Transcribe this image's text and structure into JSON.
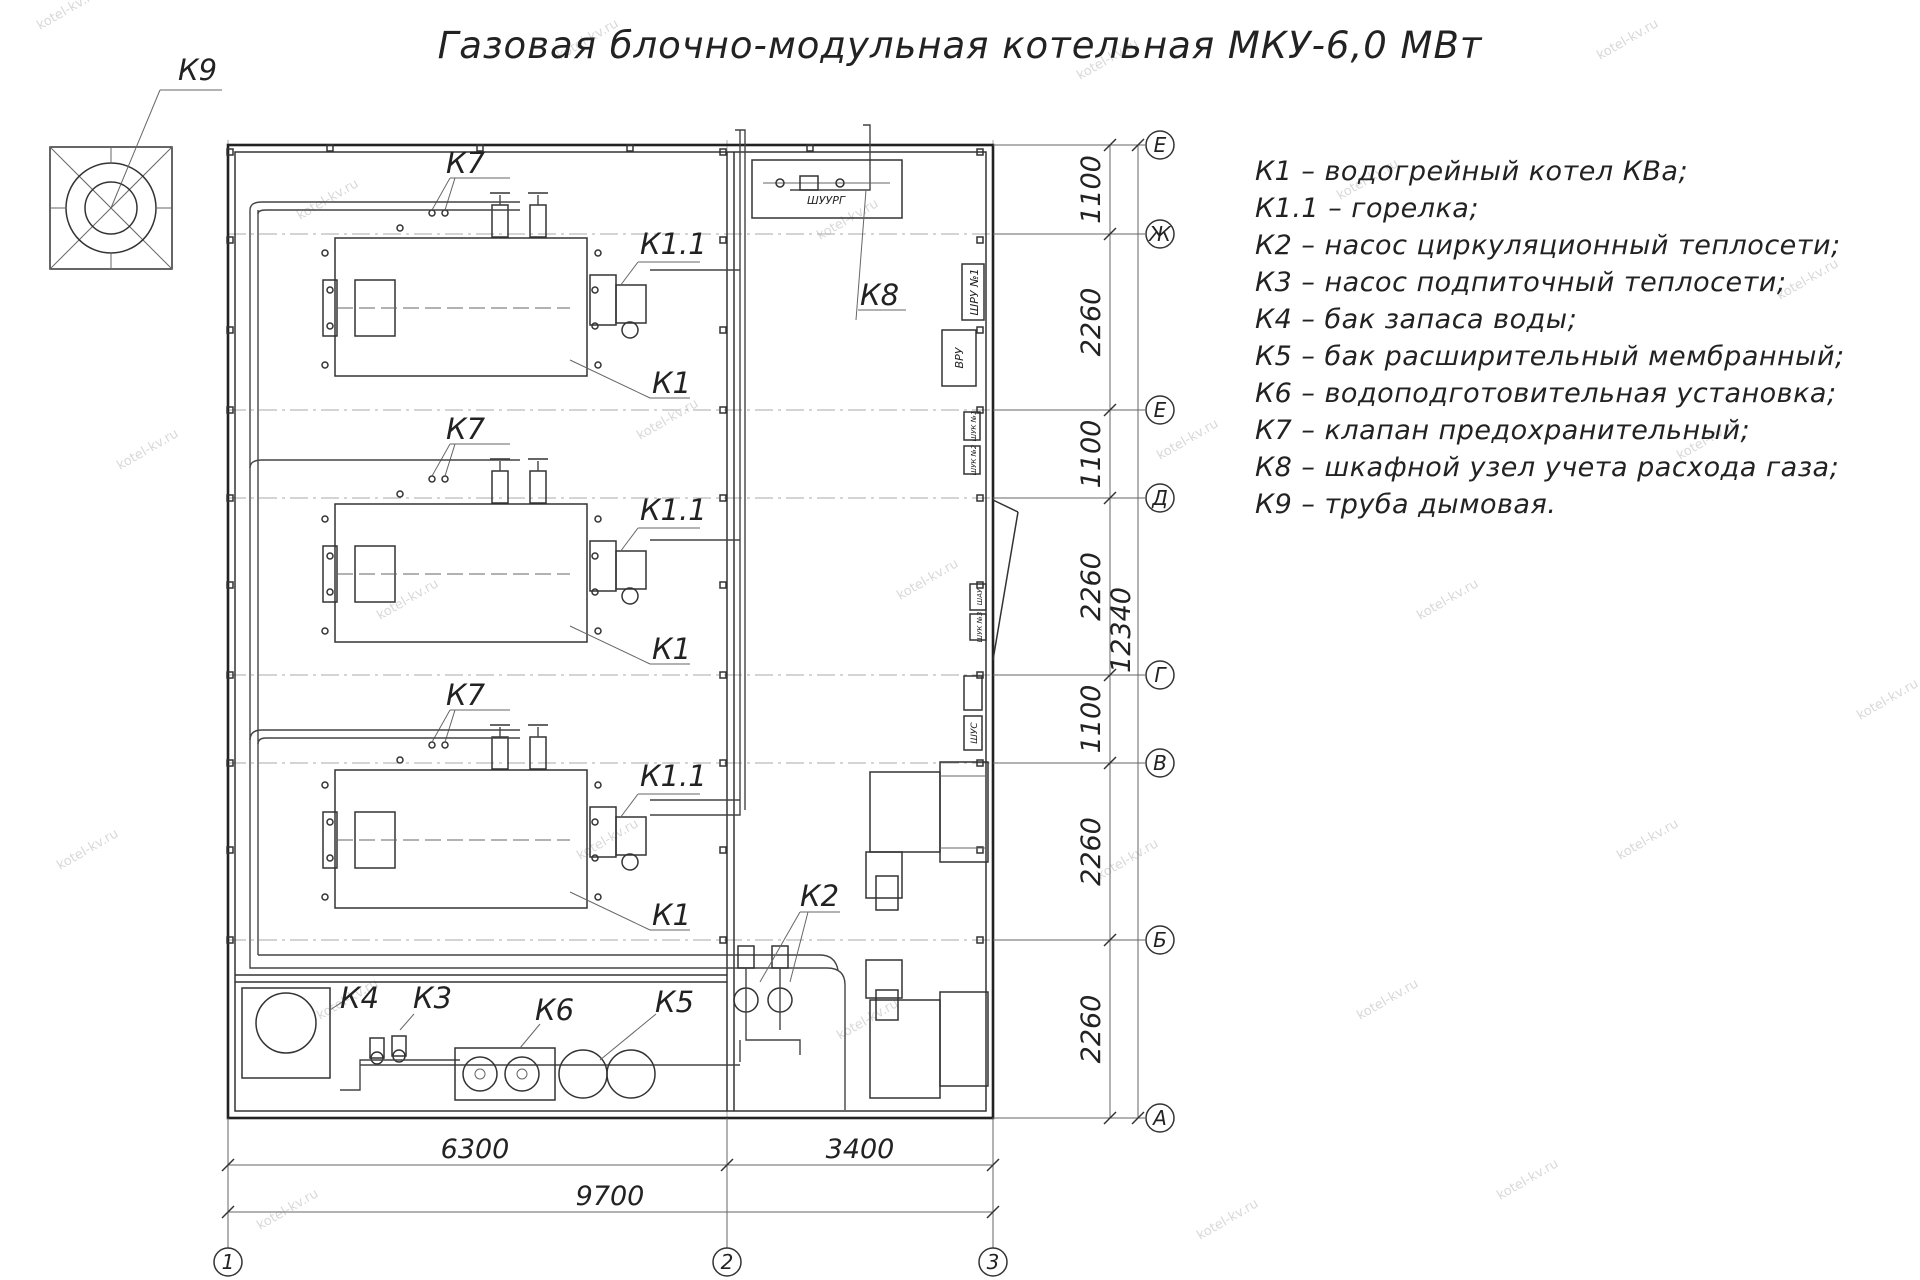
{
  "title": "Газовая блочно-модульная котельная МКУ-6,0 МВт",
  "watermark": "kotel-kv.ru",
  "chimney_label": "К9",
  "boiler_labels": {
    "boiler": "К1",
    "burner": "К1.1",
    "valve": "К7"
  },
  "component_labels": {
    "k2": "К2",
    "k3": "К3",
    "k4": "К4",
    "k5": "К5",
    "k6": "К6",
    "k8": "К8"
  },
  "panel_labels": {
    "shuurg": "ШУУРГ",
    "shru1": "ШРУ №1",
    "vru": "ВРУ",
    "shuk1": "ШУК №1",
    "shuk2": "ШУК №2",
    "shuk3": "ШУК №3",
    "shus": "ШУС",
    "shau": "ШАУ"
  },
  "dimensions": {
    "rows": [
      "1100",
      "2260",
      "1100",
      "2260",
      "1100",
      "2260",
      "2260"
    ],
    "total_height": "12340",
    "left_span": "6300",
    "right_span": "3400",
    "total_width": "9700"
  },
  "row_axes": [
    "Е",
    "Ж",
    "Е",
    "Д",
    "Г",
    "В",
    "Б",
    "А"
  ],
  "col_axes": [
    "1",
    "2",
    "3"
  ],
  "legend": [
    "К1 – водогрейный котел КВа;",
    "К1.1 – горелка;",
    "К2 – насос циркуляционный теплосети;",
    "К3 – насос подпиточный теплосети;",
    "К4 – бак запаса воды;",
    "К5 – бак расширительный мембранный;",
    "К6 – водоподготовительная установка;",
    "К7 – клапан предохранительный;",
    "К8 – шкафной узел учета расхода газа;",
    "К9 – труба дымовая."
  ],
  "colors": {
    "line": "#333333",
    "text": "#222222",
    "axis": "#aaaaaa",
    "watermark": "#d8d8d8"
  }
}
